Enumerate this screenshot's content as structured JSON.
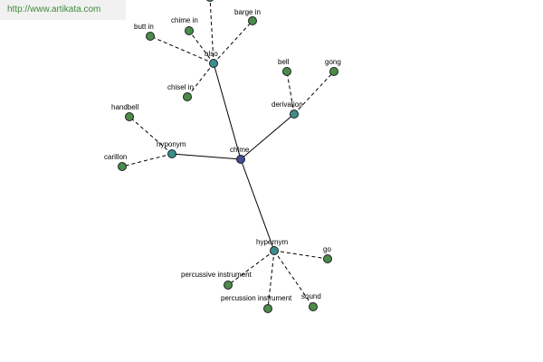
{
  "banner": {
    "url": "http://www.artikata.com"
  },
  "colors": {
    "center_node": "#404c96",
    "relation_node": "#3d8d8d",
    "word_node": "#4a8c4a",
    "banner_text": "#3f8a3f",
    "banner_bg": "#f1f1f1"
  },
  "graph": {
    "center": "chime",
    "relations": [
      {
        "label": "also",
        "words": [
          "butt in",
          "chime in",
          "barge in",
          "chisel in"
        ],
        "partial_words": 1
      },
      {
        "label": "derivation",
        "words": [
          "bell",
          "gong"
        ]
      },
      {
        "label": "hyponym",
        "words": [
          "handbell",
          "carillon"
        ]
      },
      {
        "label": "hypernym",
        "words": [
          "go",
          "percussive instrument",
          "percussion instrument",
          "sound"
        ]
      }
    ]
  }
}
